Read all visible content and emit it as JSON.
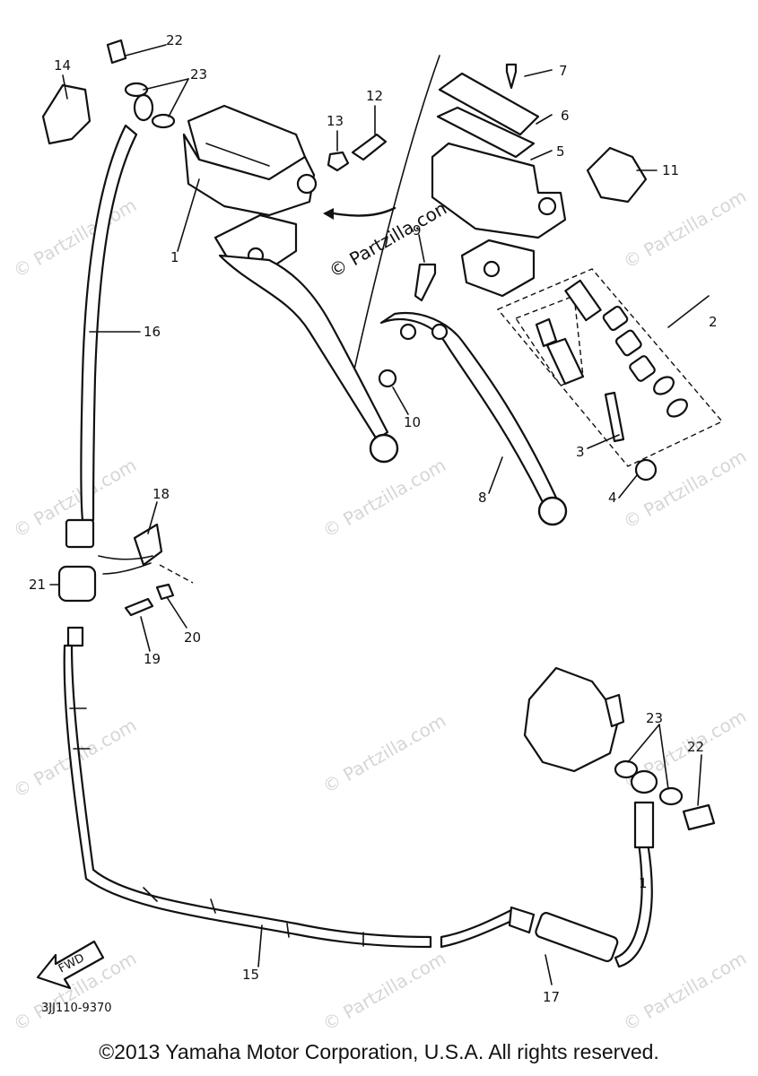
{
  "watermark_text": "© Partzilla.com",
  "watermark_center_text": "© Partzilla.com",
  "fwd_label": "FWD",
  "diagram_code": "3JJ110-9370",
  "copyright": "©2013 Yamaha Motor Corporation, U.S.A. All rights reserved.",
  "callouts": {
    "c1": "1",
    "c1b": "1",
    "c2": "2",
    "c3": "3",
    "c4": "4",
    "c5": "5",
    "c6": "6",
    "c7": "7",
    "c8": "8",
    "c9": "9",
    "c10": "10",
    "c11": "11",
    "c12": "12",
    "c13": "13",
    "c14": "14",
    "c15": "15",
    "c16": "16",
    "c17": "17",
    "c18": "18",
    "c19": "19",
    "c20": "20",
    "c21": "21",
    "c22a": "22",
    "c22b": "22",
    "c23a": "23",
    "c23b": "23"
  }
}
